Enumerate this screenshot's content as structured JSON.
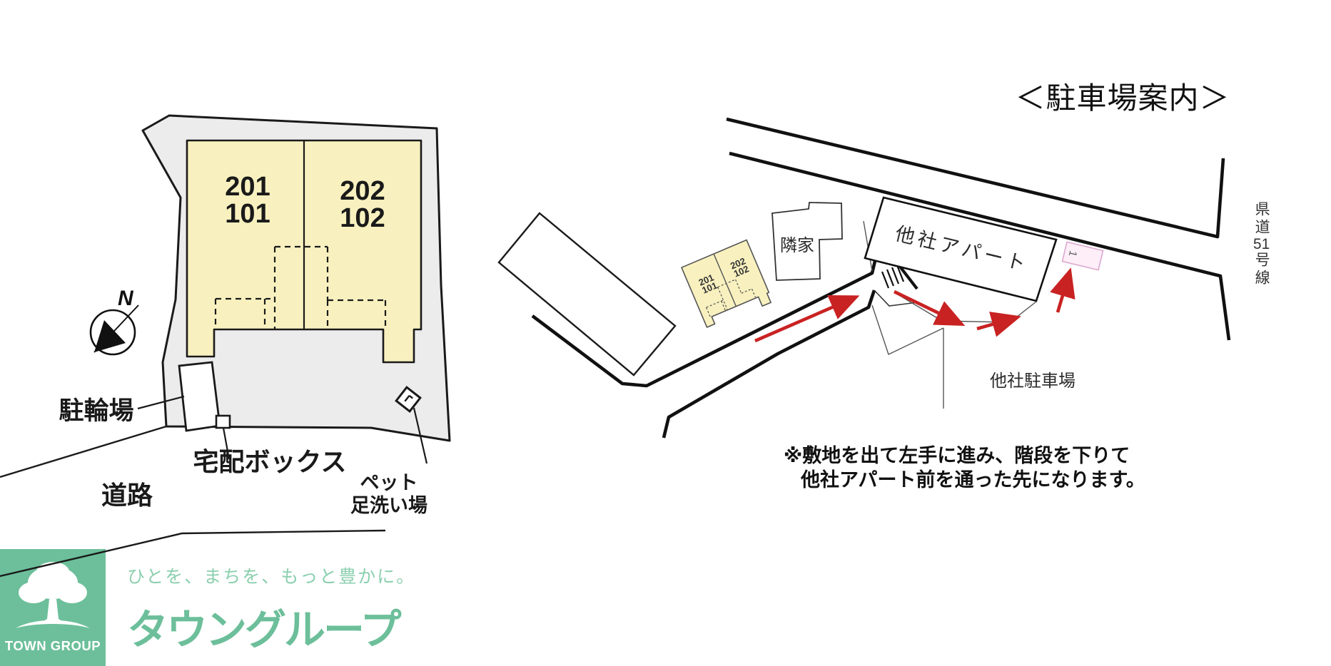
{
  "title": "＜駐車場案内＞",
  "site_plan": {
    "units": {
      "left_top": "201",
      "left_bottom": "101",
      "right_top": "202",
      "right_bottom": "102"
    },
    "labels": {
      "compass_north": "N",
      "bicycle_parking": "駐輪場",
      "delivery_box": "宅配ボックス",
      "road": "道路",
      "pet_wash_line1": "ペット",
      "pet_wash_line2": "足洗い場"
    }
  },
  "guide_map": {
    "neighbor_house": "隣家",
    "other_apartment": "他社アパート",
    "other_parking": "他社駐車場",
    "parking_space_number": "1",
    "route_sign": {
      "part1": "県道",
      "part2": "51",
      "part3": "号線"
    },
    "note_line1": "※敷地を出て左手に進み、階段を下りて",
    "note_line2": "他社アパート前を通った先になります。"
  },
  "footer": {
    "tagline": "ひとを、まちを、もっと豊かに。",
    "brand": "タウングループ",
    "logo_text": "TOWN GROUP"
  },
  "colors": {
    "lot_fill": "#ececec",
    "building_fill": "#f8f1bf",
    "outline_black": "#1a1a1a",
    "arrow_red": "#c92222",
    "parking_pink": "#fdeef8",
    "parking_pink_border": "#dba8cf",
    "brand_green": "#6cbf9a",
    "tagline_green": "#8bcfae"
  }
}
